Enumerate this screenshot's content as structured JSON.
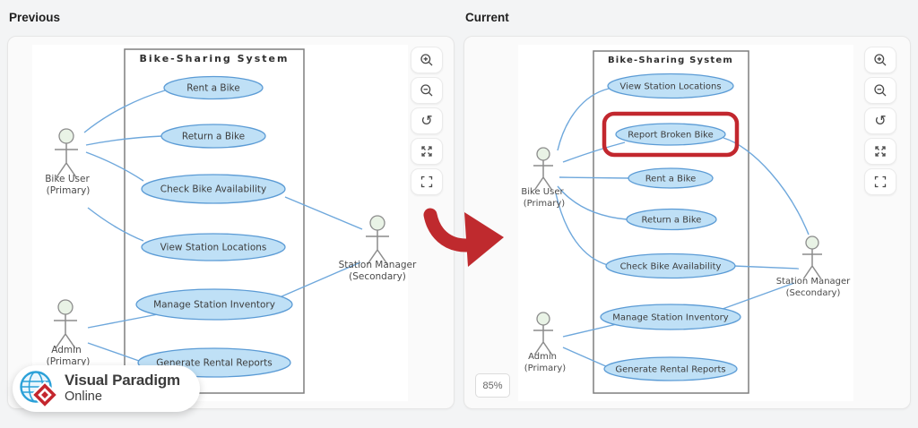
{
  "page": {
    "background": "#f3f4f5"
  },
  "panels": [
    {
      "label": "Previous",
      "diagram": {
        "title": "Bike-Sharing System",
        "use_cases": [
          {
            "label": "Rent a Bike"
          },
          {
            "label": "Return a Bike"
          },
          {
            "label": "Check Bike Availability"
          },
          {
            "label": "View Station Locations"
          },
          {
            "label": "Manage Station Inventory"
          },
          {
            "label": "Generate Rental Reports"
          }
        ],
        "actors": [
          {
            "name": "Bike User",
            "role": "(Primary)"
          },
          {
            "name": "Admin",
            "role": "(Primary)"
          },
          {
            "name": "Station Manager",
            "role": "(Secondary)"
          }
        ]
      }
    },
    {
      "label": "Current",
      "zoom_badge": "85%",
      "diagram": {
        "title": "Bike-Sharing System",
        "use_cases": [
          {
            "label": "View Station Locations"
          },
          {
            "label": "Report Broken Bike",
            "highlighted": true
          },
          {
            "label": "Rent a Bike"
          },
          {
            "label": "Return a Bike"
          },
          {
            "label": "Check Bike Availability"
          },
          {
            "label": "Manage Station Inventory"
          },
          {
            "label": "Generate Rental Reports"
          }
        ],
        "actors": [
          {
            "name": "Bike User",
            "role": "(Primary)"
          },
          {
            "name": "Admin",
            "role": "(Primary)"
          },
          {
            "name": "Station Manager",
            "role": "(Secondary)"
          }
        ]
      }
    }
  ],
  "toolbar": {
    "reset_glyph": "↺",
    "buttons": [
      {
        "icon": "zoom-in-icon"
      },
      {
        "icon": "zoom-out-icon"
      },
      {
        "icon": "reset-view-icon"
      },
      {
        "icon": "expand-icon"
      },
      {
        "icon": "fullscreen-icon"
      }
    ]
  },
  "logo": {
    "brand": "Visual Paradigm",
    "product": "Online"
  },
  "colors": {
    "use_case_fill": "#bfe0f6",
    "use_case_stroke": "#5b9bd5",
    "connector": "#6fa8dc",
    "highlight_red": "#c2272e",
    "arrow_red": "#bf2a2e",
    "actor_head_fill": "#e9f3e6"
  }
}
